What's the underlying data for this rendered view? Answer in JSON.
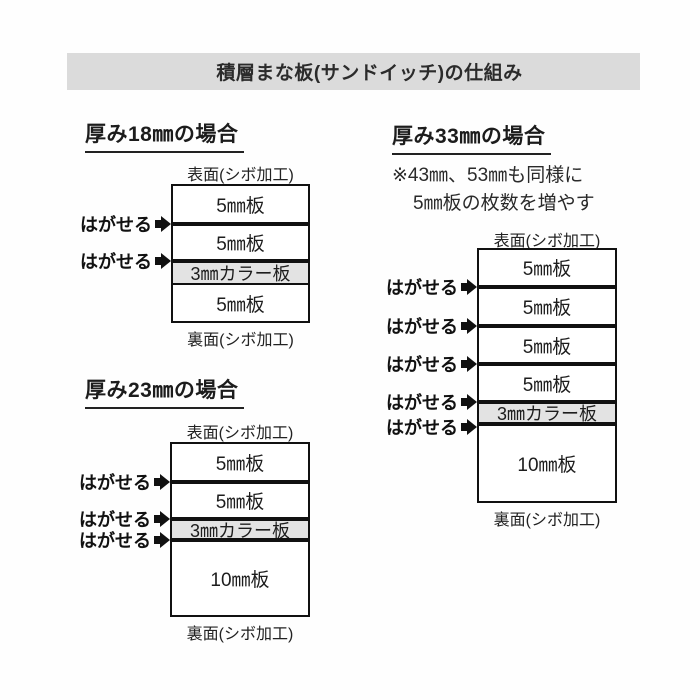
{
  "title": "積層まな板(サンドイッチ)の仕組み",
  "shared": {
    "front_label": "表面(シボ加工)",
    "back_label": "裏面(シボ加工)",
    "peel_label": "はがせる"
  },
  "colors": {
    "title_bar_bg": "#dbdbdb",
    "color_layer_bg": "#e3e3e3",
    "line": "#111111"
  },
  "diagrams": [
    {
      "heading": "厚み18㎜の場合",
      "layers": [
        "5㎜板",
        "5㎜板",
        "3㎜カラー板",
        "5㎜板"
      ],
      "peel_count": 2
    },
    {
      "heading": "厚み23㎜の場合",
      "layers": [
        "5㎜板",
        "5㎜板",
        "3㎜カラー板",
        "10㎜板"
      ],
      "peel_count": 3
    },
    {
      "heading": "厚み33㎜の場合",
      "note_line1": "※43㎜、53㎜も同様に",
      "note_line2": "5㎜板の枚数を増やす",
      "layers": [
        "5㎜板",
        "5㎜板",
        "5㎜板",
        "5㎜板",
        "3㎜カラー板",
        "10㎜板"
      ],
      "peel_count": 5
    }
  ]
}
